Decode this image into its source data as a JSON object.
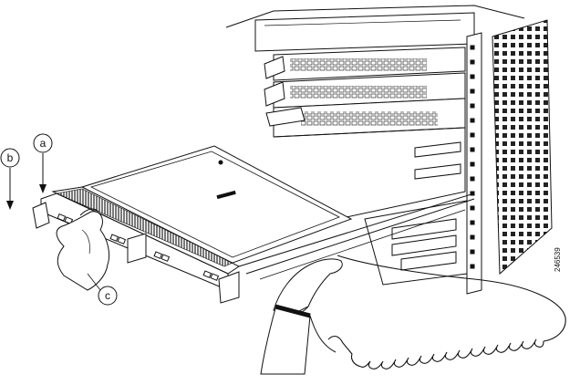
{
  "callouts": {
    "a": "a",
    "b": "b",
    "c": "c"
  },
  "figure_id": "246539"
}
